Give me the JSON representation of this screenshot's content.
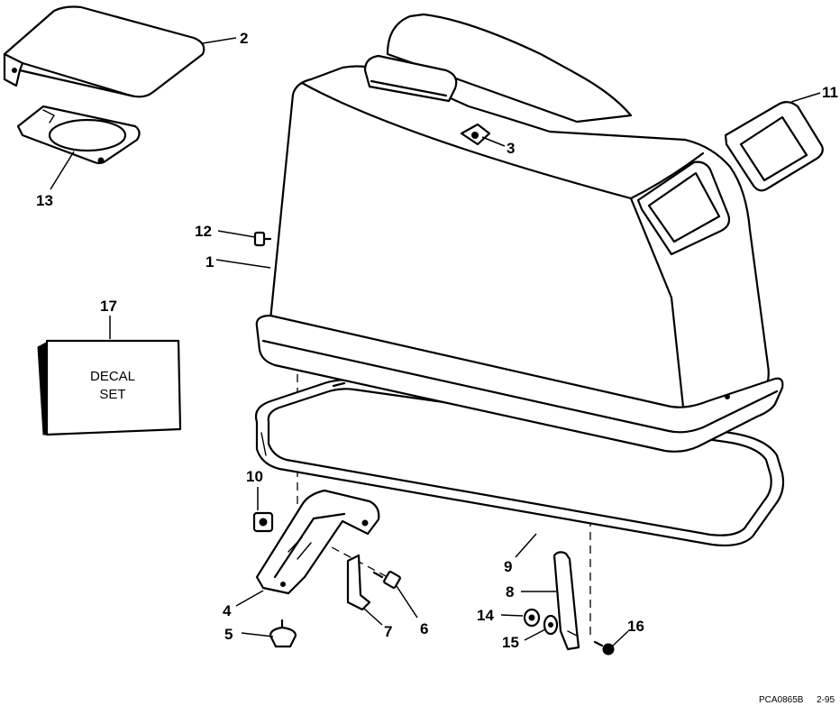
{
  "callouts": [
    {
      "id": "1",
      "label": "1"
    },
    {
      "id": "2",
      "label": "2"
    },
    {
      "id": "3",
      "label": "3"
    },
    {
      "id": "4",
      "label": "4"
    },
    {
      "id": "5",
      "label": "5"
    },
    {
      "id": "6",
      "label": "6"
    },
    {
      "id": "7",
      "label": "7"
    },
    {
      "id": "8",
      "label": "8"
    },
    {
      "id": "9",
      "label": "9"
    },
    {
      "id": "10",
      "label": "10"
    },
    {
      "id": "11",
      "label": "11"
    },
    {
      "id": "12",
      "label": "12"
    },
    {
      "id": "13",
      "label": "13"
    },
    {
      "id": "14",
      "label": "14"
    },
    {
      "id": "15",
      "label": "15"
    },
    {
      "id": "16",
      "label": "16"
    },
    {
      "id": "17",
      "label": "17"
    }
  ],
  "decal_box": {
    "line1": "DECAL",
    "line2": "SET"
  },
  "footer": {
    "drawing_code": "PCA0865B",
    "date": "2-95"
  }
}
